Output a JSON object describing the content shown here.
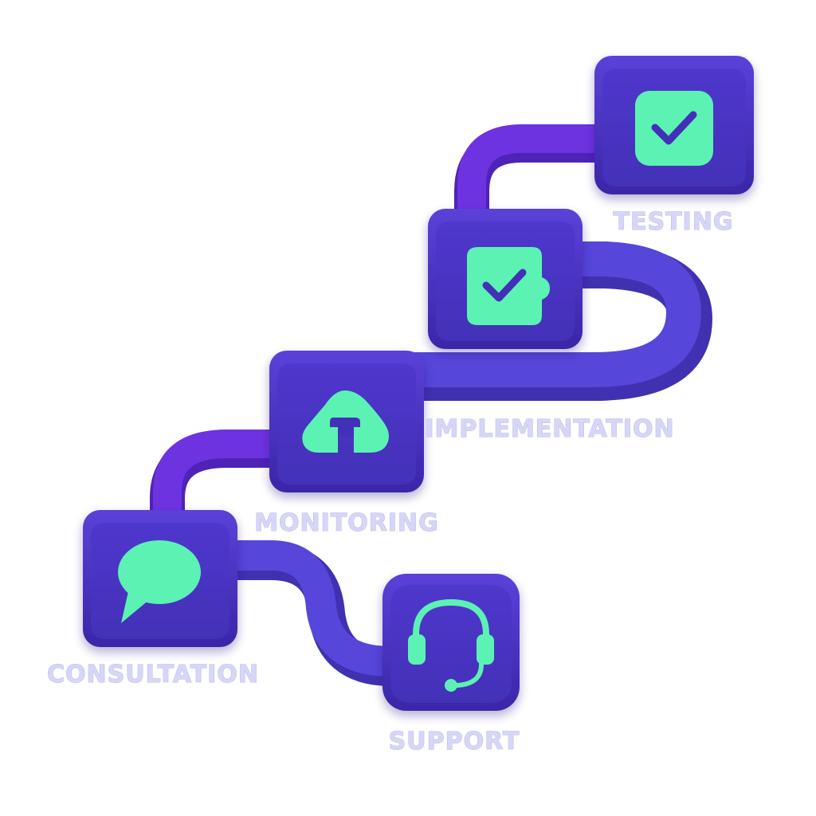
{
  "colors": {
    "background": "#ffffff",
    "tile_base": "#3f2bb0",
    "tile_top": "#5a3fd8",
    "tile_face": "#4a33c4",
    "connector_violet": "#6d33e0",
    "connector_indigo": "#5646d9",
    "icon": "#5cf2b4",
    "label": "#d6d6f7"
  },
  "steps": [
    {
      "label": "TESTING",
      "icon": "checkbox-icon"
    },
    {
      "label": "IMPLEMENTATION",
      "icon": "checklist-icon"
    },
    {
      "label": "MONITORING",
      "icon": "cloud-upload-icon"
    },
    {
      "label": "CONSULTATION",
      "icon": "chat-bubble-icon"
    },
    {
      "label": "SUPPORT",
      "icon": "headset-icon"
    }
  ]
}
